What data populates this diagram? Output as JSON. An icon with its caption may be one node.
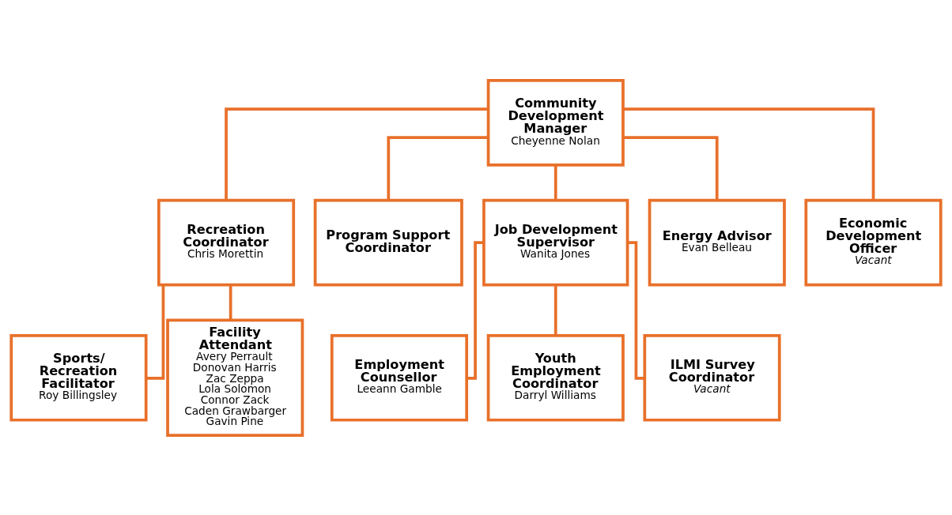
{
  "diagram": {
    "nodes": [
      {
        "text": [
          "Community Development Manager",
          "Cheyenne Nolan"
        ]
      },
      {
        "text": [
          "Recreation Coordinator",
          "Chris Morettin"
        ]
      },
      {
        "text": [
          "Program Support Coordinator"
        ]
      },
      {
        "text": [
          "Job Development Supervisor",
          "Wanita Jones"
        ]
      },
      {
        "text": [
          "Energy Advisor",
          "Evan Belleau"
        ]
      },
      {
        "text": [
          "Economic Development Officer",
          "Vacant"
        ]
      },
      {
        "text": [
          "Sports/ Recreation Facilitator",
          "Roy Billingsley"
        ]
      },
      {
        "text": [
          "Facility Attendant",
          "Avery Perrault",
          "Donovan Harris",
          "Zac Zeppa",
          "Lola Solomon",
          "Connor Zack",
          "Caden Grawbarger",
          "Gavin Pine"
        ]
      },
      {
        "text": [
          "Employment Counsellor",
          "Leeann Gamble"
        ]
      },
      {
        "text": [
          "Youth Employment Coordinator",
          "Darryl Williams"
        ]
      },
      {
        "text": [
          "ILMI Survey Coordinator",
          "Vacant"
        ]
      }
    ],
    "edges": [
      {
        "from": 0,
        "to": 1,
        "arrow": "none"
      },
      {
        "from": 0,
        "to": 2,
        "arrow": "none"
      },
      {
        "from": 0,
        "to": 3,
        "arrow": "none"
      },
      {
        "from": 0,
        "to": 4,
        "arrow": "none"
      },
      {
        "from": 0,
        "to": 5,
        "arrow": "none"
      },
      {
        "from": 1,
        "to": 6,
        "arrow": "none"
      },
      {
        "from": 1,
        "to": 7,
        "arrow": "none"
      },
      {
        "from": 3,
        "to": 8,
        "arrow": "none"
      },
      {
        "from": 3,
        "to": 9,
        "arrow": "none"
      },
      {
        "from": 3,
        "to": 10,
        "arrow": "none"
      }
    ]
  }
}
